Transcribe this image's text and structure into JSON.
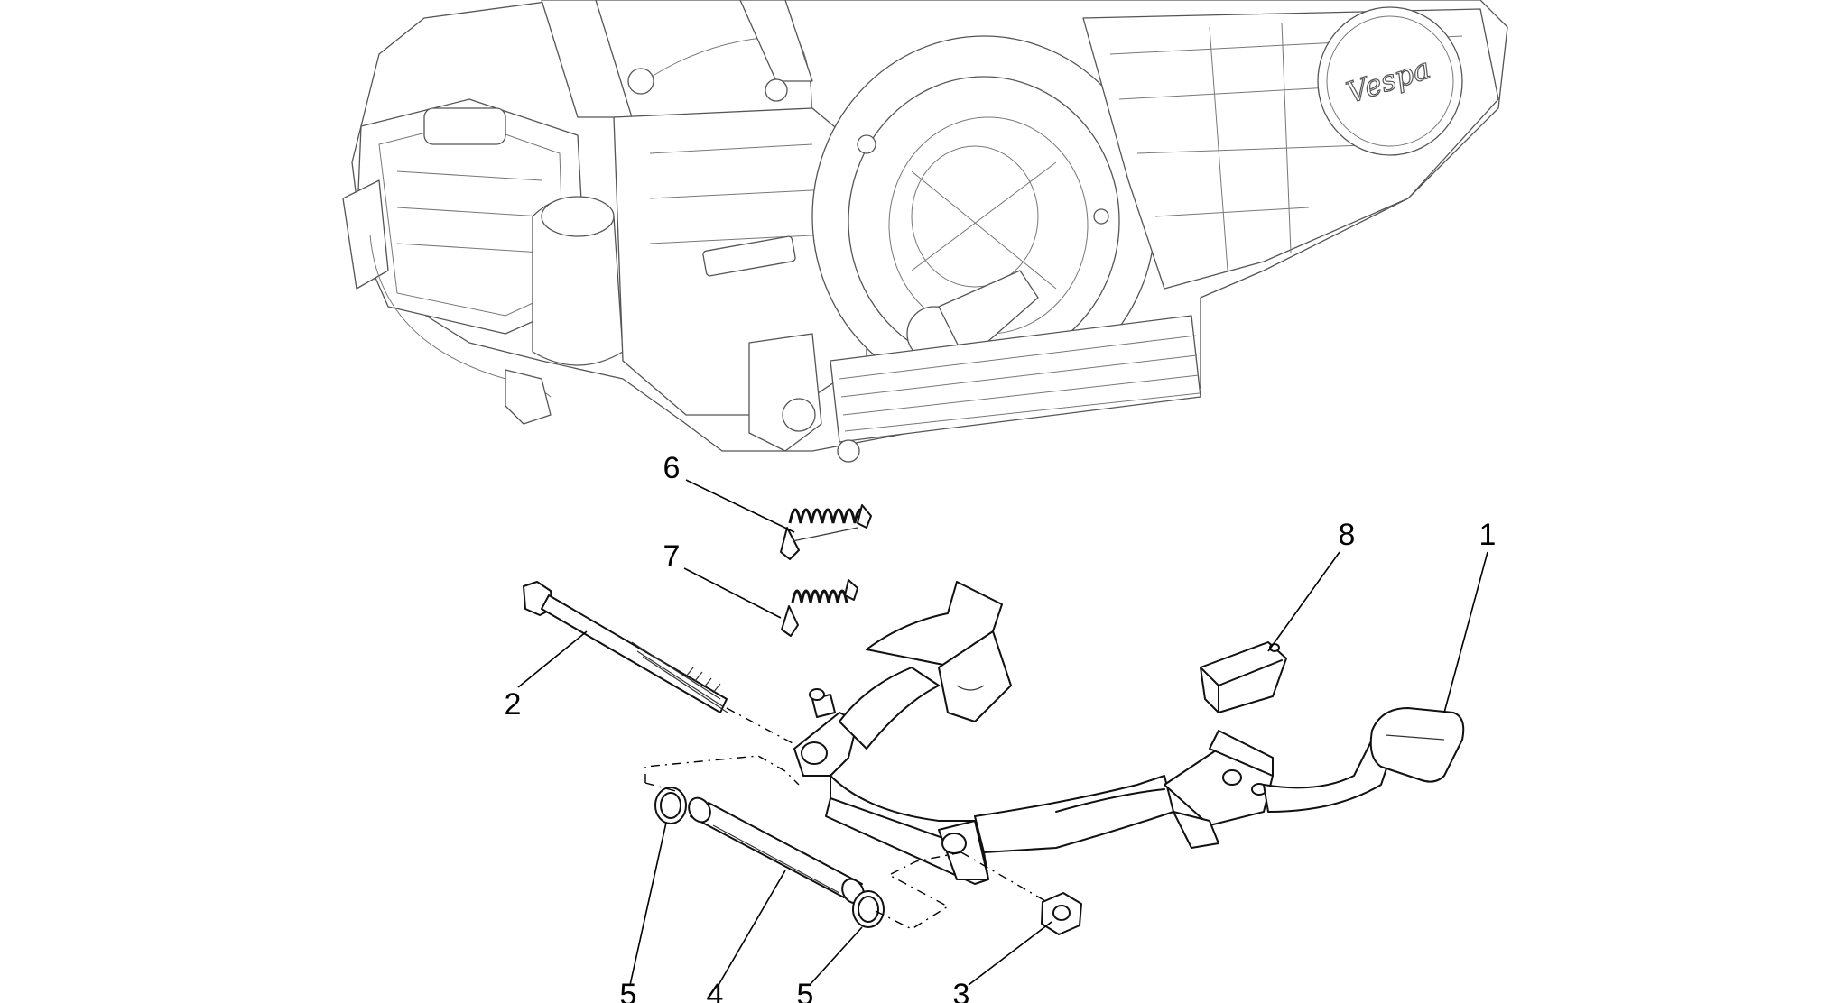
{
  "diagram": {
    "callouts": [
      {
        "id": "part-1",
        "label": "1"
      },
      {
        "id": "part-2",
        "label": "2"
      },
      {
        "id": "part-3",
        "label": "3"
      },
      {
        "id": "part-4",
        "label": "4"
      },
      {
        "id": "part-5a",
        "label": "5"
      },
      {
        "id": "part-5b",
        "label": "5"
      },
      {
        "id": "part-6",
        "label": "6"
      },
      {
        "id": "part-7",
        "label": "7"
      },
      {
        "id": "part-8",
        "label": "8"
      }
    ],
    "logo_text": "Vespa"
  }
}
